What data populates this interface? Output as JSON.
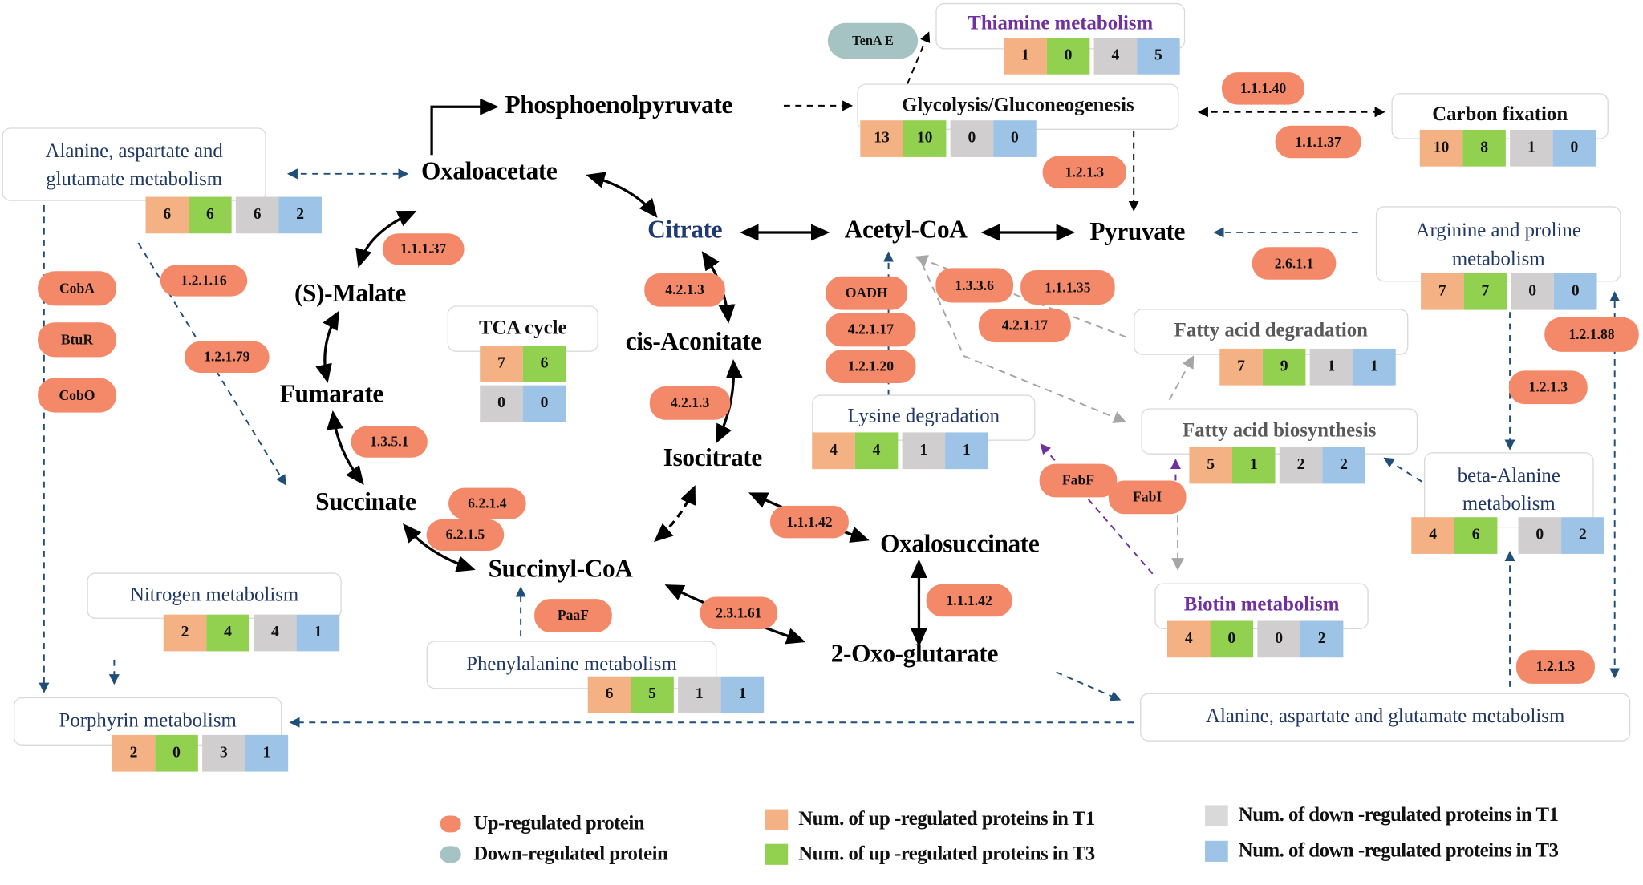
{
  "metabolites": {
    "phosphoenolpyruvate": "Phosphoenolpyruvate",
    "oxaloacetate": "Oxaloacetate",
    "citrate": "Citrate",
    "acetyl_coa": "Acetyl-CoA",
    "pyruvate": "Pyruvate",
    "malate": "(S)-Malate",
    "fumarate": "Fumarate",
    "succinate": "Succinate",
    "succinyl_coa": "Succinyl-CoA",
    "cis_aconitate": "cis-Aconitate",
    "isocitrate": "Isocitrate",
    "oxalosuccinate": "Oxalosuccinate",
    "oxoglutarate": "2-Oxo-glutarate"
  },
  "enzymes": {
    "e_11137_a": "1.1.1.37",
    "e_12116": "1.2.1.16",
    "e_12179": "1.2.1.79",
    "coba": "CobA",
    "btur": "BtuR",
    "cobo": "CobO",
    "e_4213_a": "4.2.1.3",
    "e_4213_b": "4.2.1.3",
    "e_1351": "1.3.5.1",
    "e_6214": "6.2.1.4",
    "e_6215": "6.2.1.5",
    "oadh": "OADH",
    "e_42117_a": "4.2.1.17",
    "e_12120": "1.2.1.20",
    "e_1336": "1.3.3.6",
    "e_11135": "1.1.1.35",
    "e_42117_b": "4.2.1.17",
    "e_1213_a": "1.2.1.3",
    "e_11140": "1.1.1.40",
    "e_11137_b": "1.1.1.37",
    "e_2611": "2.6.1.1",
    "e_12188": "1.2.1.88",
    "e_1213_b": "1.2.1.3",
    "e_1213_c": "1.2.1.3",
    "e_11142_a": "1.1.1.42",
    "e_11142_b": "1.1.1.42",
    "e_23161": "2.3.1.61",
    "paaf": "PaaF",
    "fabf": "FabF",
    "fabi": "FabI",
    "tenae": "TenA E"
  },
  "pathways": {
    "alanine_left": {
      "title": "Alanine, aspartate and glutamate metabolism",
      "line1": "Alanine, aspartate and",
      "line2": "glutamate metabolism",
      "counts": [
        6,
        6,
        6,
        2
      ]
    },
    "thiamine": {
      "title": "Thiamine metabolism",
      "counts": [
        1,
        0,
        4,
        5
      ]
    },
    "glycolysis": {
      "title": "Glycolysis/Gluconeogenesis",
      "counts": [
        13,
        10,
        0,
        0
      ]
    },
    "carbon_fixation": {
      "title": "Carbon fixation",
      "counts": [
        10,
        8,
        1,
        0
      ]
    },
    "tca": {
      "title": "TCA cycle",
      "counts": [
        7,
        6,
        0,
        0
      ]
    },
    "arginine": {
      "title": "Arginine and proline metabolism",
      "line1": "Arginine and proline",
      "line2": "metabolism",
      "counts": [
        7,
        7,
        0,
        0
      ]
    },
    "fatty_deg": {
      "title": "Fatty acid degradation",
      "counts": [
        7,
        9,
        1,
        1
      ]
    },
    "lysine": {
      "title": "Lysine degradation",
      "counts": [
        4,
        4,
        1,
        1
      ]
    },
    "fatty_bio": {
      "title": "Fatty acid biosynthesis",
      "counts": [
        5,
        1,
        2,
        2
      ]
    },
    "beta_alanine": {
      "title": "beta-Alanine metabolism",
      "line1": "beta-Alanine",
      "line2": "metabolism",
      "counts": [
        4,
        6,
        0,
        2
      ]
    },
    "biotin": {
      "title": "Biotin metabolism",
      "counts": [
        4,
        0,
        0,
        2
      ]
    },
    "nitrogen": {
      "title": "Nitrogen metabolism",
      "counts": [
        2,
        4,
        4,
        1
      ]
    },
    "phenylalanine": {
      "title": "Phenylalanine metabolism",
      "counts": [
        6,
        5,
        1,
        1
      ]
    },
    "porphyrin": {
      "title": "Porphyrin metabolism",
      "counts": [
        2,
        0,
        3,
        1
      ]
    },
    "alanine_bottom": {
      "title": "Alanine, aspartate and glutamate metabolism"
    }
  },
  "legend": {
    "up_protein": "Up-regulated protein",
    "down_protein": "Down-regulated protein",
    "up_t1": "Num. of up -regulated proteins in T1",
    "up_t3": "Num. of up -regulated proteins in T3",
    "down_t1": "Num. of down -regulated proteins in T1",
    "down_t3": "Num. of down -regulated proteins in T3"
  },
  "colors": {
    "up_protein": "#f4896a",
    "down_protein": "#a5c3c3",
    "up_t1": "#f4b183",
    "up_t3": "#92d050",
    "down_t1": "#d0cece",
    "down_t3": "#9dc3e6",
    "link_blue": "#1f4e79",
    "link_purple": "#7030a0",
    "link_gray": "#a6a6a6"
  }
}
